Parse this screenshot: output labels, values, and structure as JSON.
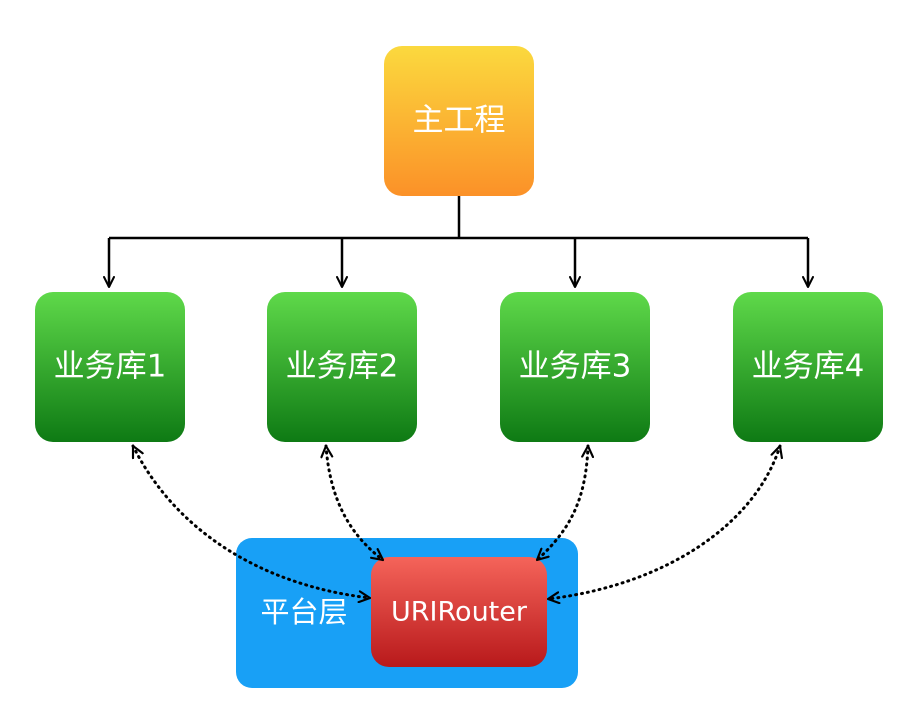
{
  "main_project": {
    "label": "主工程"
  },
  "business_libs": [
    {
      "label": "业务库1"
    },
    {
      "label": "业务库2"
    },
    {
      "label": "业务库3"
    },
    {
      "label": "业务库4"
    }
  ],
  "platform": {
    "label": "平台层",
    "router_label": "URIRouter"
  },
  "colors": {
    "main_top": "#fbd93e",
    "main_bottom": "#fb9128",
    "lib_top": "#5fd94a",
    "lib_bottom": "#0e7a14",
    "platform_bg": "#18a0f6",
    "router_top": "#f5645a",
    "router_bottom": "#b8191b",
    "connector": "#000000"
  }
}
